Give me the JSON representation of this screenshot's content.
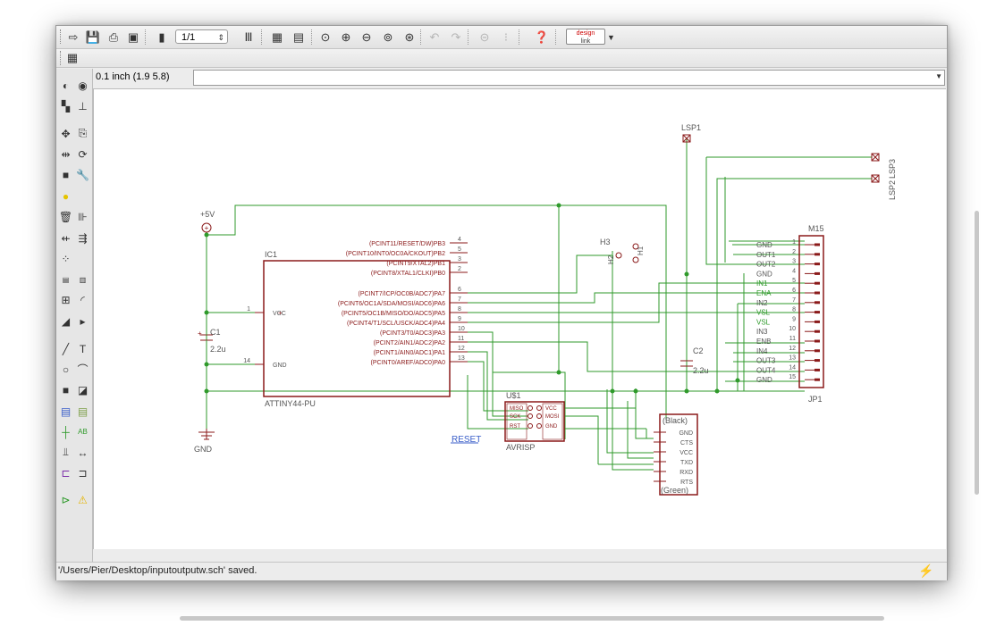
{
  "toolbar": {
    "page_value": "1/1",
    "designlink_top": "design",
    "designlink_bottom": "link"
  },
  "coord_display": "0.1 inch (1.9 5.8)",
  "command_line": {
    "value": ""
  },
  "status": {
    "message": "'/Users/Pier/Desktop/inputoutputw.sch' saved."
  },
  "colors": {
    "wire": "#2f9a2b",
    "part": "#8b1a1a",
    "label": "#555555",
    "status_icon": "#e0457b"
  },
  "schematic": {
    "supply": {
      "vcc_label": "+5V",
      "gnd_label": "GND"
    },
    "c1": {
      "name": "C1",
      "value": "2.2u"
    },
    "c2": {
      "name": "C2",
      "value": "2.2u"
    },
    "ic1": {
      "name": "IC1",
      "value": "ATTINY44-PU",
      "left_pins": [
        {
          "num": "1",
          "label": "VCC"
        },
        {
          "num": "14",
          "label": "GND"
        }
      ],
      "right_pins": [
        {
          "label": "(PCINT11/RESET/DW)PB3",
          "num": "4"
        },
        {
          "label": "(PCINT10/INT0/OC0A/CKOUT)PB2",
          "num": "5"
        },
        {
          "label": "(PCINT9/XTAL2)PB1",
          "num": "3"
        },
        {
          "label": "(PCINT8/XTAL1/CLKI)PB0",
          "num": "2"
        },
        {
          "label": "(PCINT7/ICP/OC0B/ADC7)PA7",
          "num": "6"
        },
        {
          "label": "(PCINT6/OC1A/SDA/MOSI/ADC6)PA6",
          "num": "7"
        },
        {
          "label": "(PCINT5/OC1B/MISO/DO/ADC5)PA5",
          "num": "8"
        },
        {
          "label": "(PCINT4/T1/SCL/USCK/ADC4)PA4",
          "num": "9"
        },
        {
          "label": "(PCINT3/T0/ADC3)PA3",
          "num": "10"
        },
        {
          "label": "(PCINT2/AIN1/ADC2)PA2",
          "num": "11"
        },
        {
          "label": "(PCINT1/AIN0/ADC1)PA1",
          "num": "12"
        },
        {
          "label": "(PCINT0/AREF/ADC0)PA0",
          "num": "13"
        }
      ]
    },
    "h3": "H3",
    "h2": "H2",
    "h1": "H1",
    "lsp1": "LSP1",
    "lsp2": "LSP2",
    "lsp3": "LSP3",
    "reset_label": "RESET",
    "avr": {
      "name": "U$1",
      "value": "AVRISP",
      "left_pins": [
        "MISO",
        "SCK",
        "RST"
      ],
      "right_pins": [
        "VCC",
        "MOSI",
        "GND"
      ]
    },
    "ftdi": {
      "top_label": "(Black)",
      "bottom_label": "(Green)",
      "pins": [
        "GND",
        "CTS",
        "VCC",
        "TXD",
        "RXD",
        "RTS"
      ]
    },
    "jp1": {
      "name": "JP1",
      "value": "M15",
      "pins": [
        {
          "label": "GND",
          "num": "1"
        },
        {
          "label": "OUT1",
          "num": "2"
        },
        {
          "label": "OUT2",
          "num": "3"
        },
        {
          "label": "GND",
          "num": "4"
        },
        {
          "label": "IN1",
          "num": "5"
        },
        {
          "label": "ENA",
          "num": "6"
        },
        {
          "label": "IN2",
          "num": "7"
        },
        {
          "label": "VSL",
          "num": "8"
        },
        {
          "label": "VSL",
          "num": "9"
        },
        {
          "label": "IN3",
          "num": "10"
        },
        {
          "label": "ENB",
          "num": "11"
        },
        {
          "label": "IN4",
          "num": "12"
        },
        {
          "label": "OUT3",
          "num": "13"
        },
        {
          "label": "OUT4",
          "num": "14"
        },
        {
          "label": "GND",
          "num": "15"
        }
      ]
    }
  }
}
